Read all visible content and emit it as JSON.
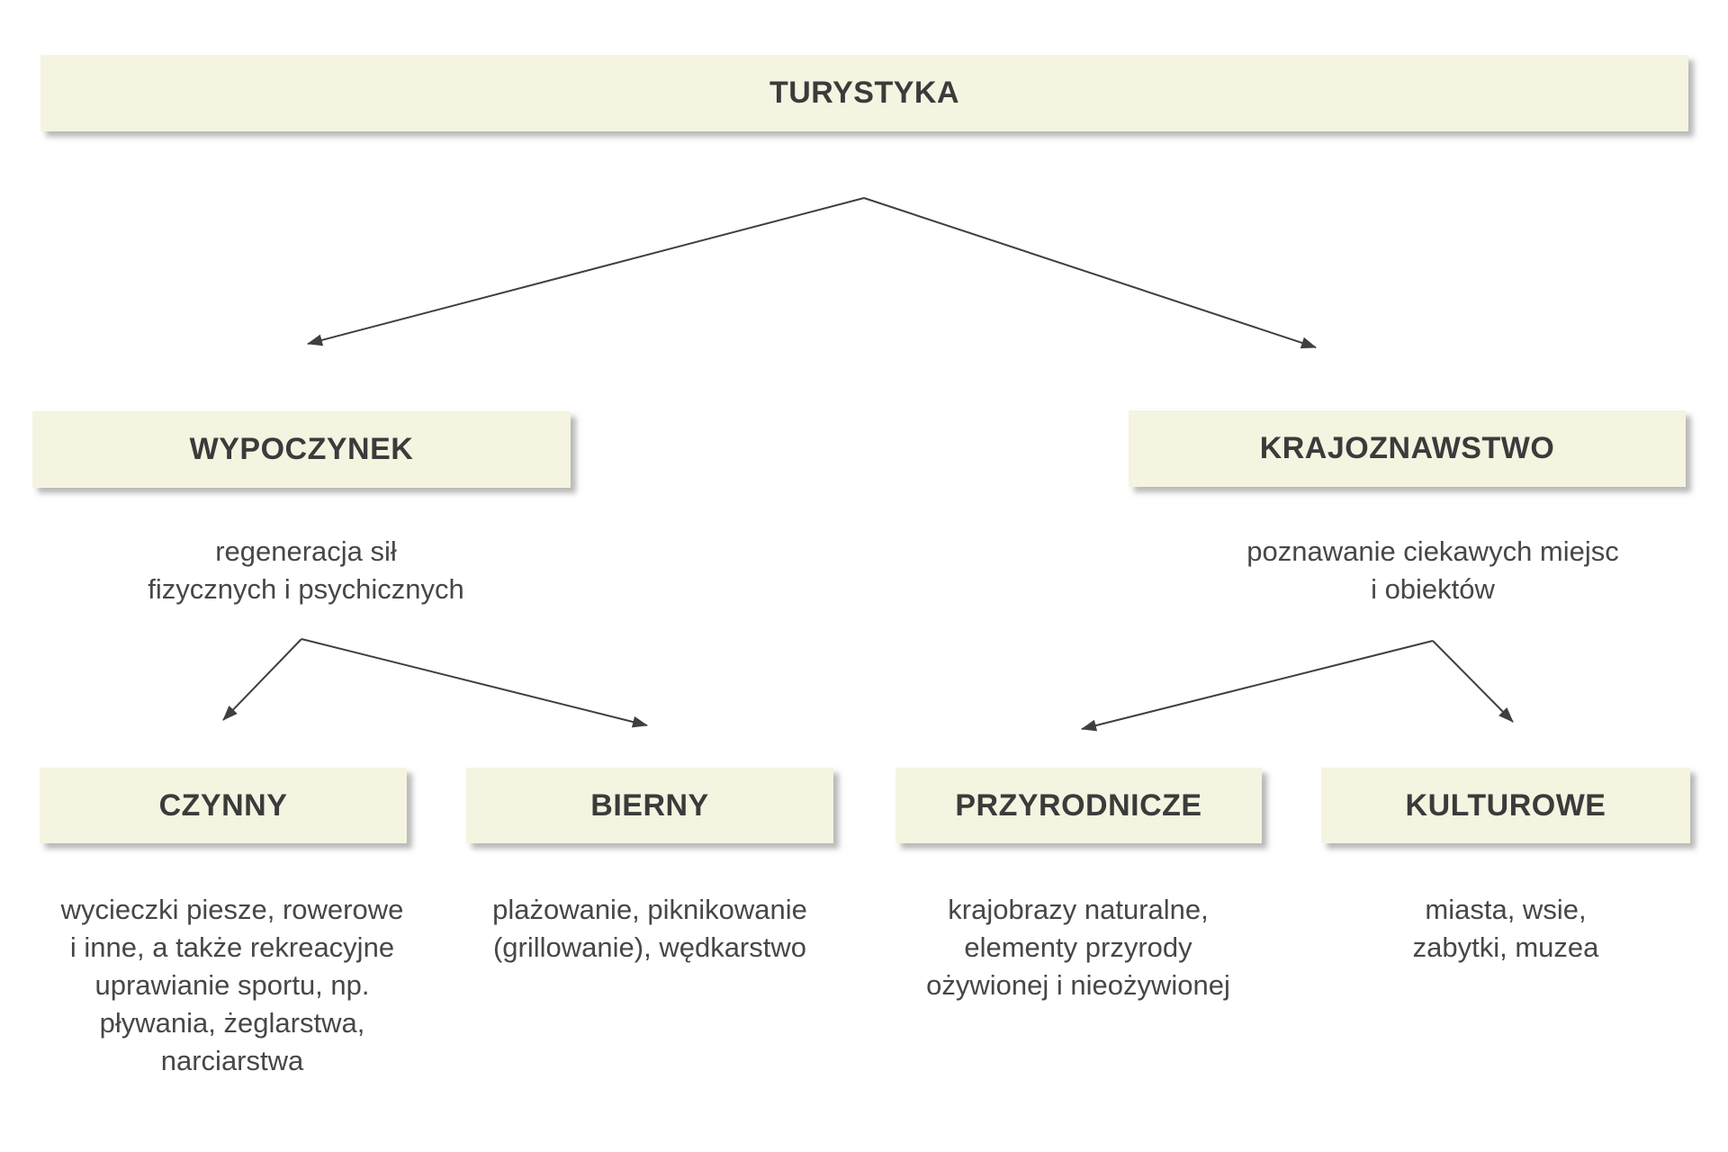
{
  "diagram": {
    "nodes": {
      "turystyka": {
        "label": "TURYSTYKA"
      },
      "wypoczynek": {
        "label": "WYPOCZYNEK",
        "description": "regeneracja sił\nfizycznych i psychicznych"
      },
      "krajoznawstwo": {
        "label": "KRAJOZNAWSTWO",
        "description": "poznawanie ciekawych miejsc\ni obiektów"
      },
      "czynny": {
        "label": "CZYNNY",
        "description": "wycieczki piesze, rowerowe\ni inne, a także rekreacyjne\nuprawianie sportu, np.\npływania, żeglarstwa,\nnarciarstwa"
      },
      "bierny": {
        "label": "BIERNY",
        "description": "plażowanie, piknikowanie\n(grillowanie), wędkarstwo"
      },
      "przyrodnicze": {
        "label": "PRZYRODNICZE",
        "description": "krajobrazy naturalne,\nelementy przyrody\nożywionej i nieożywionej"
      },
      "kulturowe": {
        "label": "KULTUROWE",
        "description": "miasta, wsie,\nzabytki, muzea"
      }
    },
    "edges": [
      {
        "from": "turystyka",
        "to": "wypoczynek"
      },
      {
        "from": "turystyka",
        "to": "krajoznawstwo"
      },
      {
        "from": "wypoczynek",
        "to": "czynny"
      },
      {
        "from": "wypoczynek",
        "to": "bierny"
      },
      {
        "from": "krajoznawstwo",
        "to": "przyrodnicze"
      },
      {
        "from": "krajoznawstwo",
        "to": "kulturowe"
      }
    ],
    "colors": {
      "box_fill": "#f4f4e1",
      "heading_text": "#3b3b3b",
      "description_text": "#474747",
      "arrow": "#3f3f3f",
      "background": "#ffffff"
    }
  }
}
